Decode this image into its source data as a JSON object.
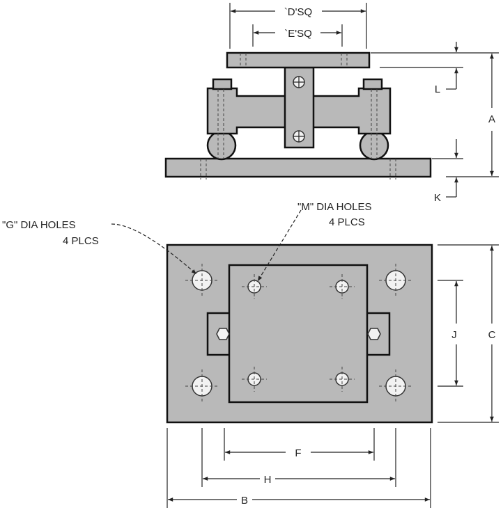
{
  "dimensions": {
    "D": "`D'SQ",
    "E": "`E'SQ",
    "A": "A",
    "L": "L",
    "K": "K",
    "C": "C",
    "J": "J",
    "F": "F",
    "H": "H",
    "B": "B"
  },
  "callouts": {
    "g_holes": {
      "line1": "\"G\" DIA HOLES",
      "line2": "4 PLCS"
    },
    "m_holes": {
      "line1": "\"M\" DIA HOLES",
      "line2": "4 PLCS"
    }
  }
}
